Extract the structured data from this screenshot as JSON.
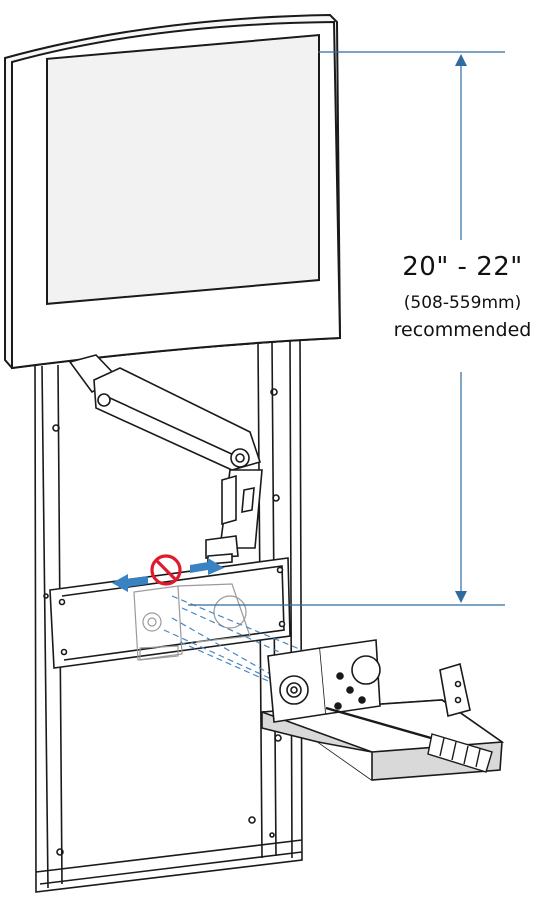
{
  "dimension": {
    "value": "20\" - 22\"",
    "metric": "(508-559mm)",
    "note": "recommended"
  },
  "colors": {
    "line": "#1a1a1a",
    "dimension_line": "#2f6aa0",
    "arrow": "#3a83c2",
    "prohibited": "#e0192c",
    "dashed": "#4a86c0",
    "bracket_fill": "#d9d9d9",
    "screen_fill": "#f2f2f2"
  },
  "icons": [
    "no-entry-icon",
    "squeeze-arrow-left-icon",
    "squeeze-arrow-right-icon"
  ]
}
